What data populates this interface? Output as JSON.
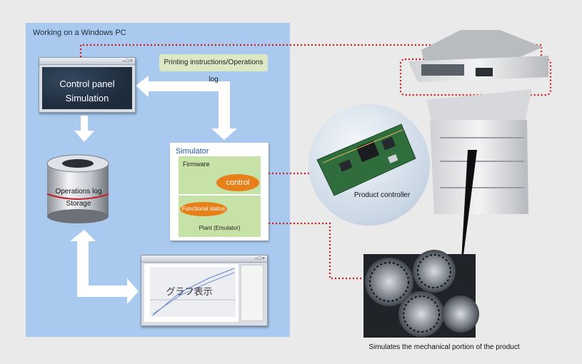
{
  "pc_panel": {
    "title": "Working on a Windows PC"
  },
  "control_panel": {
    "window_title": "Simulator controls",
    "line1": "Control panel",
    "line2": "Simulation"
  },
  "printing_tag": "Printing instructions/Operations log",
  "operations_log": {
    "line1": "Operations log",
    "line2": "Storage"
  },
  "simulator": {
    "title": "Simulator",
    "firmware": "Firmware",
    "control": "control",
    "functional_status": "Functional status",
    "plant": "Plant (Emulator)"
  },
  "graph_window": {
    "window_title": "General firmware chart",
    "label": "グラフ表示"
  },
  "product_controller": "Product controller",
  "mechanical_caption": "Simulates the mechanical portion of the product",
  "colors": {
    "panel_bg": "#a9c9ee",
    "dotted_link": "#d21a1a",
    "accent_orange": "#e8801a",
    "sim_green": "#c6e2a6"
  }
}
